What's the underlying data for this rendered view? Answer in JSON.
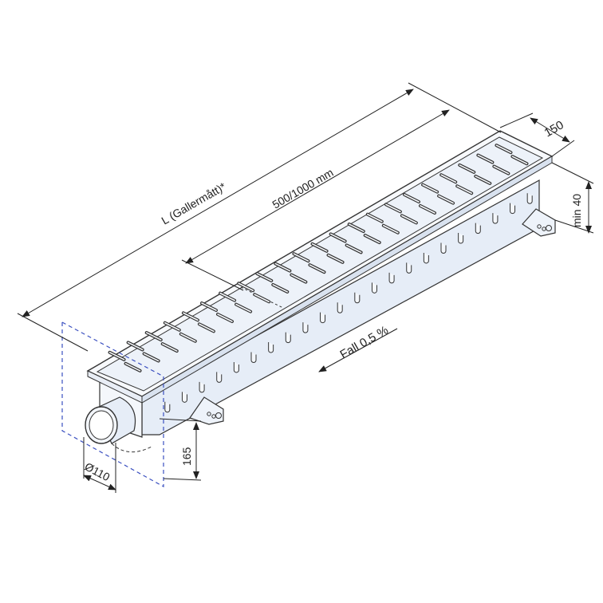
{
  "labels": {
    "length_total": "L (Gallermått)*",
    "length_grate": "500/1000 mm",
    "width": "150",
    "min_height": "min 40",
    "slope": "Fall 0,5 %",
    "outlet_height": "165",
    "outlet_diameter": "Ø110"
  },
  "colors": {
    "body_fill": "#eef3fa",
    "body_shade": "#dfe8f4",
    "line": "#333333",
    "dash_blue": "#3a4fc0"
  },
  "drawing": {
    "slot_count": 22
  }
}
